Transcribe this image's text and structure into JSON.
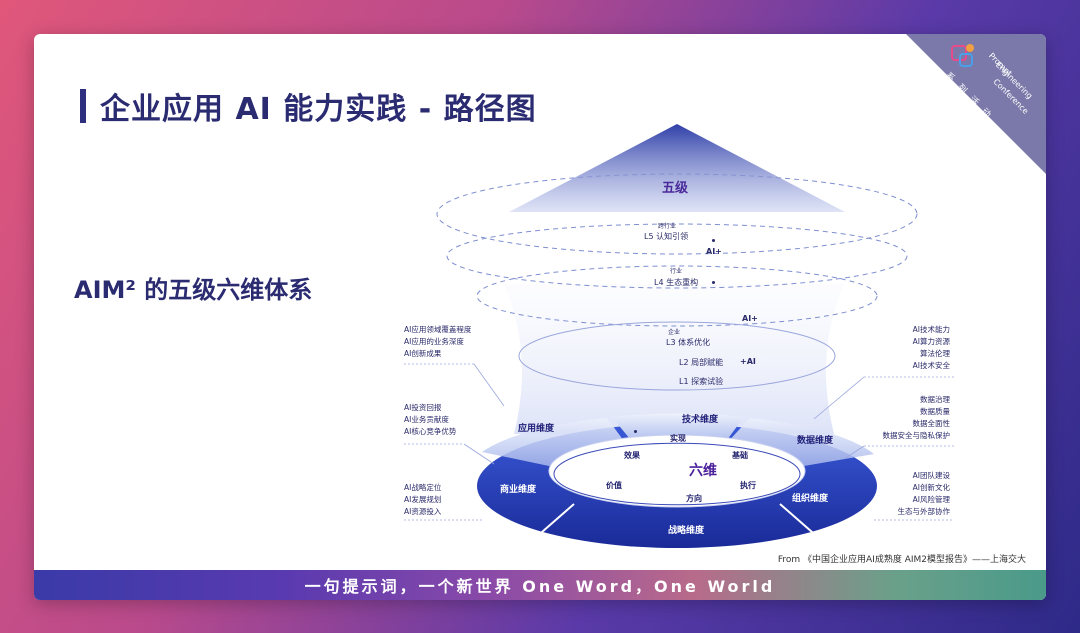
{
  "title": "企业应用 AI 能力实践 - 路径图",
  "subtitle": "AIM² 的五级六维体系",
  "corner": {
    "series": "系列活动",
    "series_chars": [
      "系",
      "列",
      "活",
      "动"
    ],
    "conference_lines": [
      "Prompt",
      "Engineering",
      "Conference"
    ]
  },
  "pyramid": {
    "top_label": "五级",
    "levels": {
      "l5_small": "跨行业",
      "l5": "L5 认知引领",
      "l4_small": "行业",
      "l4": "L4 生态重构",
      "l3_small": "企业",
      "l3": "L3 体系优化",
      "l2": "L2 局部赋能",
      "l1": "L1 探索试验"
    },
    "ai_plus": "AI+",
    "plus_ai": "+AI"
  },
  "ring": {
    "center": "六维",
    "dimensions": {
      "application": "应用维度",
      "technology": "技术维度",
      "data": "数据维度",
      "business": "商业维度",
      "organization": "组织维度",
      "strategy": "战略维度"
    },
    "inner": {
      "realize": "实现",
      "effect": "效果",
      "foundation": "基础",
      "value": "价值",
      "execute": "执行",
      "direction": "方向"
    }
  },
  "annotations": {
    "application": [
      "AI应用领域覆盖程度",
      "AI应用的业务深度",
      "AI创新成果"
    ],
    "business": [
      "AI投资回报",
      "AI业务贡献度",
      "AI核心竞争优势"
    ],
    "strategy": [
      "AI战略定位",
      "AI发展规划",
      "AI资源投入"
    ],
    "technology": [
      "AI技术能力",
      "AI算力资源",
      "算法伦理",
      "AI技术安全"
    ],
    "data": [
      "数据治理",
      "数据质量",
      "数据全面性",
      "数据安全与隐私保护"
    ],
    "organization": [
      "AI团队建设",
      "AI创新文化",
      "AI风险管理",
      "生态与外部协作"
    ]
  },
  "source": "From 《中国企业应用AI成熟度 AIM2模型报告》——上海交大",
  "footer": "一句提示词，一个新世界  One Word，One World",
  "colors": {
    "title": "#2b2b72",
    "ring_dark": "#1f2fa8",
    "ring_light": "#5a78d8",
    "pyramid": "#2f3fa8"
  }
}
